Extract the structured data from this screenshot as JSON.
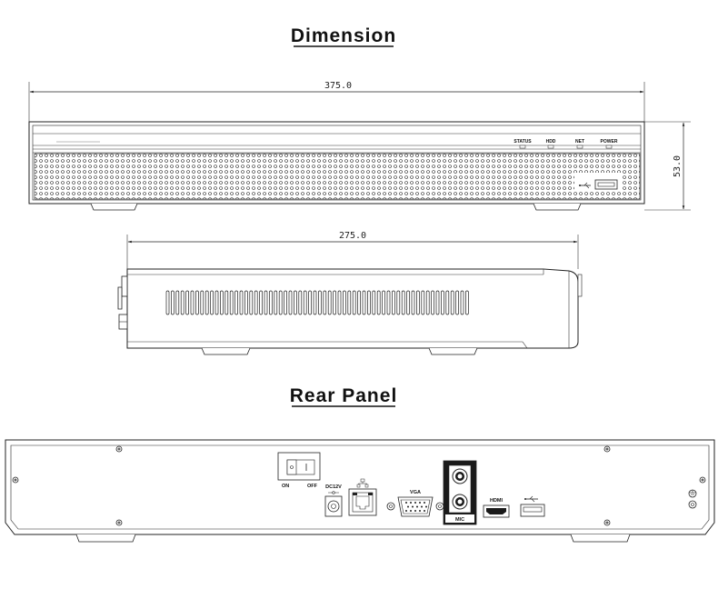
{
  "headings": {
    "dimension": "Dimension",
    "rear_panel": "Rear Panel"
  },
  "dimensions": {
    "front_width": "375.0",
    "height": "53.0",
    "depth": "275.0"
  },
  "front_indicators": [
    "STATUS",
    "HDD",
    "NET",
    "POWER"
  ],
  "rear_labels": {
    "switch_on": "ON",
    "switch_off": "OFF",
    "dc_in": "DC12V",
    "vga": "VGA",
    "hdmi": "HDMI",
    "mic": "MIC"
  },
  "icons": {
    "usb": "usb-icon",
    "network": "network-icon",
    "ground": "ground-icon",
    "power_polarity": "dc-polarity-icon"
  },
  "colors": {
    "line": "#222222",
    "background": "#ffffff",
    "dark_panel": "#1a1a1a"
  }
}
